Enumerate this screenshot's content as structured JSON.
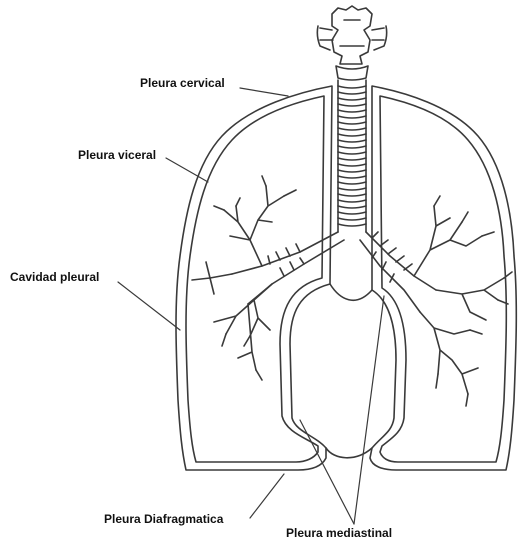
{
  "labels": {
    "pleura_cervical": "Pleura cervical",
    "pleura_visceral": "Pleura viceral",
    "cavidad_pleural": "Cavidad pleural",
    "pleura_diafragmatica": "Pleura Diafragmatica",
    "pleura_mediastinal": "Pleura mediastinal"
  },
  "colors": {
    "line": "#3a3a3a",
    "text": "#111111",
    "background": "#ffffff"
  }
}
